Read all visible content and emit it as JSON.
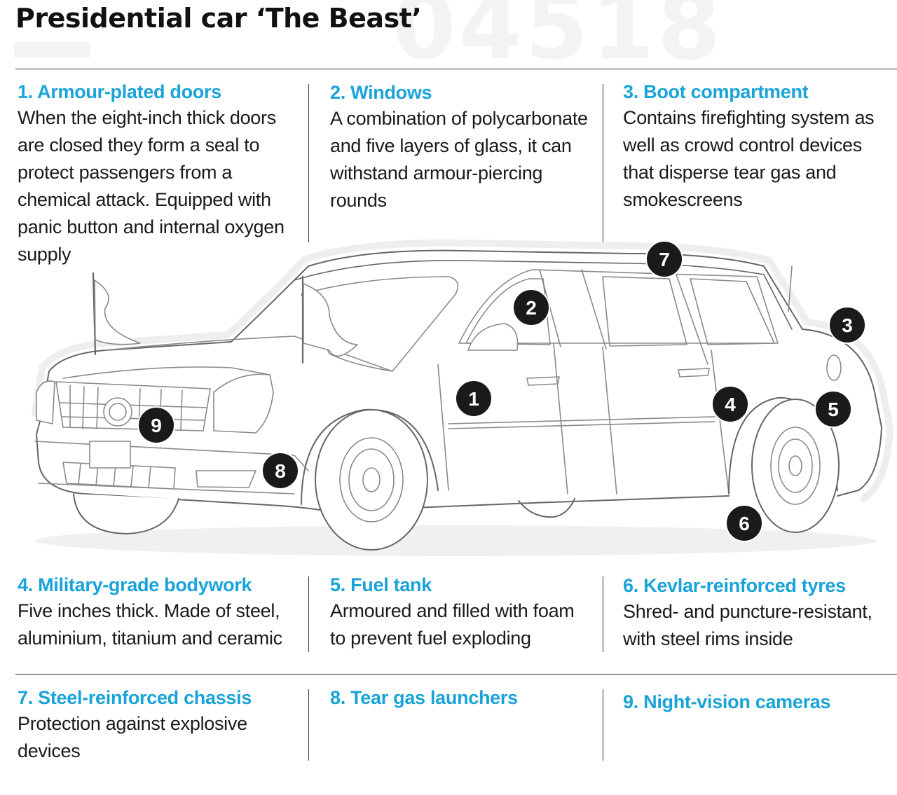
{
  "title": "Presidential car ‘The Beast’",
  "accent_color": "#1aa3d9",
  "marker_color": "#1a1a1a",
  "features": [
    {
      "number": "1",
      "heading": "1. Armour-plated doors",
      "text": "When the eight-inch thick doors are closed they form a seal to protect passengers from a chemical attack. Equipped with panic button and internal oxygen supply"
    },
    {
      "number": "2",
      "heading": "2. Windows",
      "text": "A combination of polycarbonate and five layers of glass, it can withstand armour-piercing rounds"
    },
    {
      "number": "3",
      "heading": "3. Boot compartment",
      "text": "Contains firefighting system as well as crowd control devices that disperse tear gas and smokescreens"
    },
    {
      "number": "4",
      "heading": "4. Military-grade bodywork",
      "text": "Five inches thick. Made of steel, aluminium, titanium and ceramic"
    },
    {
      "number": "5",
      "heading": "5. Fuel tank",
      "text": "Armoured and filled with foam to prevent fuel exploding"
    },
    {
      "number": "6",
      "heading": "6. Kevlar-reinforced tyres",
      "text": "Shred- and puncture-resistant, with steel rims inside"
    },
    {
      "number": "7",
      "heading": "7. Steel-reinforced chassis",
      "text": "Protection against explosive devices"
    },
    {
      "number": "8",
      "heading": "8. Tear gas launchers",
      "text": ""
    },
    {
      "number": "9",
      "heading": "9. Night-vision cameras",
      "text": ""
    }
  ]
}
